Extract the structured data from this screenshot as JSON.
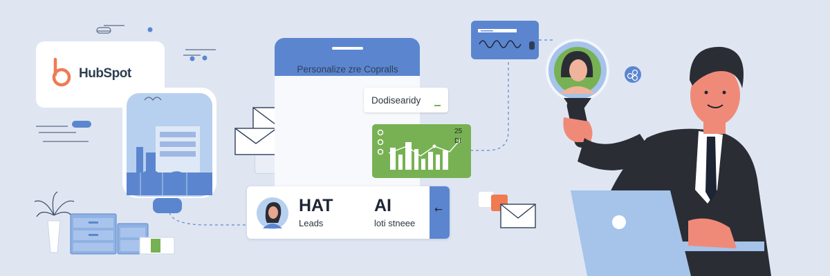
{
  "brand": {
    "name": "HubSpot"
  },
  "phone_panel": {
    "title": "Personalize zre Copralls"
  },
  "tooltip": {
    "text": "Dodisearidy"
  },
  "chart_card": {
    "label_top": "25",
    "label_bottom": "DI"
  },
  "bottom_card": {
    "title_left": "HAT",
    "title_right": "AI",
    "subtitle_left": "Leads",
    "subtitle_right": "loti stneee",
    "arrow": "←"
  },
  "colors": {
    "background": "#dfe6f2",
    "accent_blue": "#5b86cf",
    "accent_green": "#77b153",
    "hubspot_orange": "#f07a52",
    "dark_text": "#1d2434"
  }
}
